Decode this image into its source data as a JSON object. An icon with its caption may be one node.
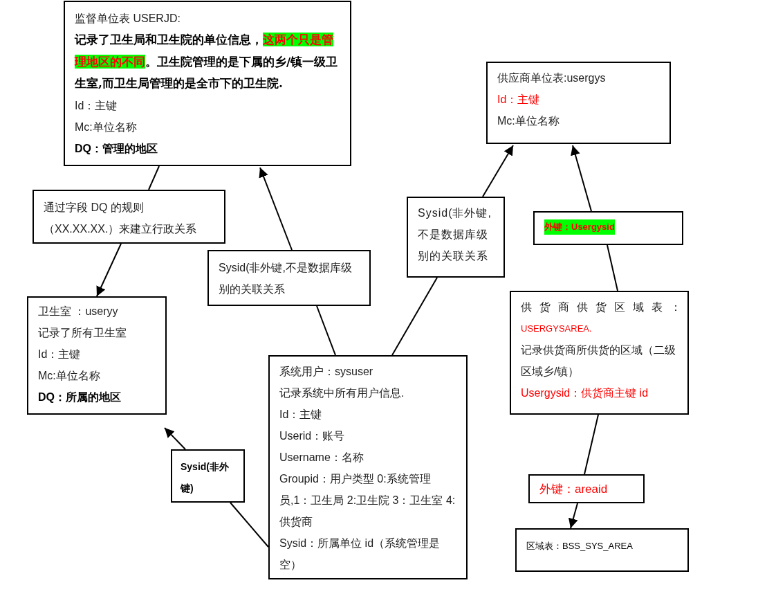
{
  "diagram": {
    "nodes": [
      {
        "text": [
          "监督单位表 USERJD:",
          "记录了卫生局和卫生院的单位信息，",
          "这两个只是管理地区的不同",
          "。卫生院管理的是下属的乡/镇一级卫生室,而卫生局管理的是全市下的卫生院.",
          "Id：主键",
          "Mc:单位名称",
          "DQ：管理的地区"
        ]
      },
      {
        "text": [
          "通过字段 DQ 的规则（XX.XX.XX.）来建立行政关系"
        ]
      },
      {
        "text": [
          "卫生室 ：useryy",
          "记录了所有卫生室",
          "Id：主键",
          "Mc:单位名称",
          "DQ：所属的地区"
        ]
      },
      {
        "text": [
          "Sysid(非外键,不是数据库级别的关联关系"
        ]
      },
      {
        "text": [
          "供应商单位表:usergys",
          "Id：主键",
          "Mc:单位名称"
        ]
      },
      {
        "text": [
          "Sysid(非外键,不是数据库级别的关联关系"
        ]
      },
      {
        "text": [
          "外键：Usergysid"
        ]
      },
      {
        "text": [
          "供货商供货区域表：",
          "USERGYSAREA.",
          "记录供货商所供货的区域（二级区域乡/镇）",
          "Usergysid：供货商主键 id"
        ]
      },
      {
        "text": [
          "系统用户：sysuser",
          "记录系统中所有用户信息.",
          "Id：主键",
          "Userid：账号",
          "Username：名称",
          "Groupid：用户类型 0:系统管理员,1：卫生局 2:卫生院 3：卫生室 4:供货商",
          "Sysid：所属单位 id（系统管理是空）"
        ]
      },
      {
        "text": [
          "Sysid(非外键)"
        ]
      },
      {
        "text": [
          "外键：areaid"
        ]
      },
      {
        "text": [
          "区域表：BSS_SYS_AREA"
        ]
      }
    ],
    "edges": [
      {
        "from": 0,
        "to": 1,
        "arrow": "none"
      },
      {
        "from": 1,
        "to": 2,
        "arrow": "to"
      },
      {
        "from": 8,
        "to": 3,
        "arrow": "none"
      },
      {
        "from": 3,
        "to": 0,
        "arrow": "to"
      },
      {
        "from": 8,
        "to": 5,
        "arrow": "none"
      },
      {
        "from": 5,
        "to": 4,
        "arrow": "to"
      },
      {
        "from": 7,
        "to": 6,
        "arrow": "none"
      },
      {
        "from": 6,
        "to": 4,
        "arrow": "to"
      },
      {
        "from": 7,
        "to": 10,
        "arrow": "none"
      },
      {
        "from": 10,
        "to": 11,
        "arrow": "to"
      },
      {
        "from": 8,
        "to": 9,
        "arrow": "none"
      },
      {
        "from": 9,
        "to": 2,
        "arrow": "to"
      }
    ]
  }
}
